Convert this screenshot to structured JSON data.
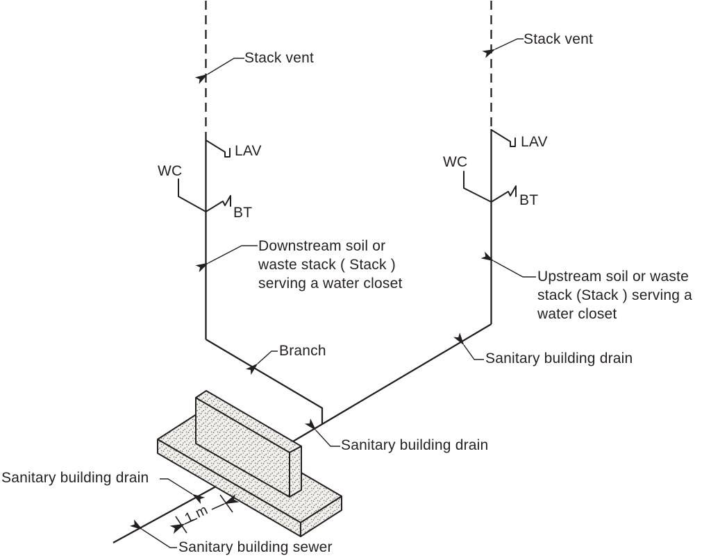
{
  "diagram": {
    "labels": {
      "stack_vent_left": "Stack vent",
      "stack_vent_right": "Stack vent",
      "lav_left": "LAV",
      "lav_right": "LAV",
      "wc_left": "WC",
      "wc_right": "WC",
      "bt_left": "BT",
      "bt_right": "BT",
      "downstream_l1": "Downstream soil or",
      "downstream_l2": "waste stack ( Stack )",
      "downstream_l3": "serving a water closet",
      "upstream_l1": "Upstream soil or waste",
      "upstream_l2": "stack (Stack ) serving a",
      "upstream_l3": "water closet",
      "branch": "Branch",
      "drain_upper_right": "Sanitary building drain",
      "drain_lower_middle": "Sanitary building drain",
      "drain_left": "Sanitary building drain",
      "sewer": "Sanitary building sewer",
      "dimension": "1 m"
    },
    "colors": {
      "line": "#231f20",
      "stipple_background": "#f3f1ee",
      "stipple_dot": "#6f6b68"
    }
  }
}
